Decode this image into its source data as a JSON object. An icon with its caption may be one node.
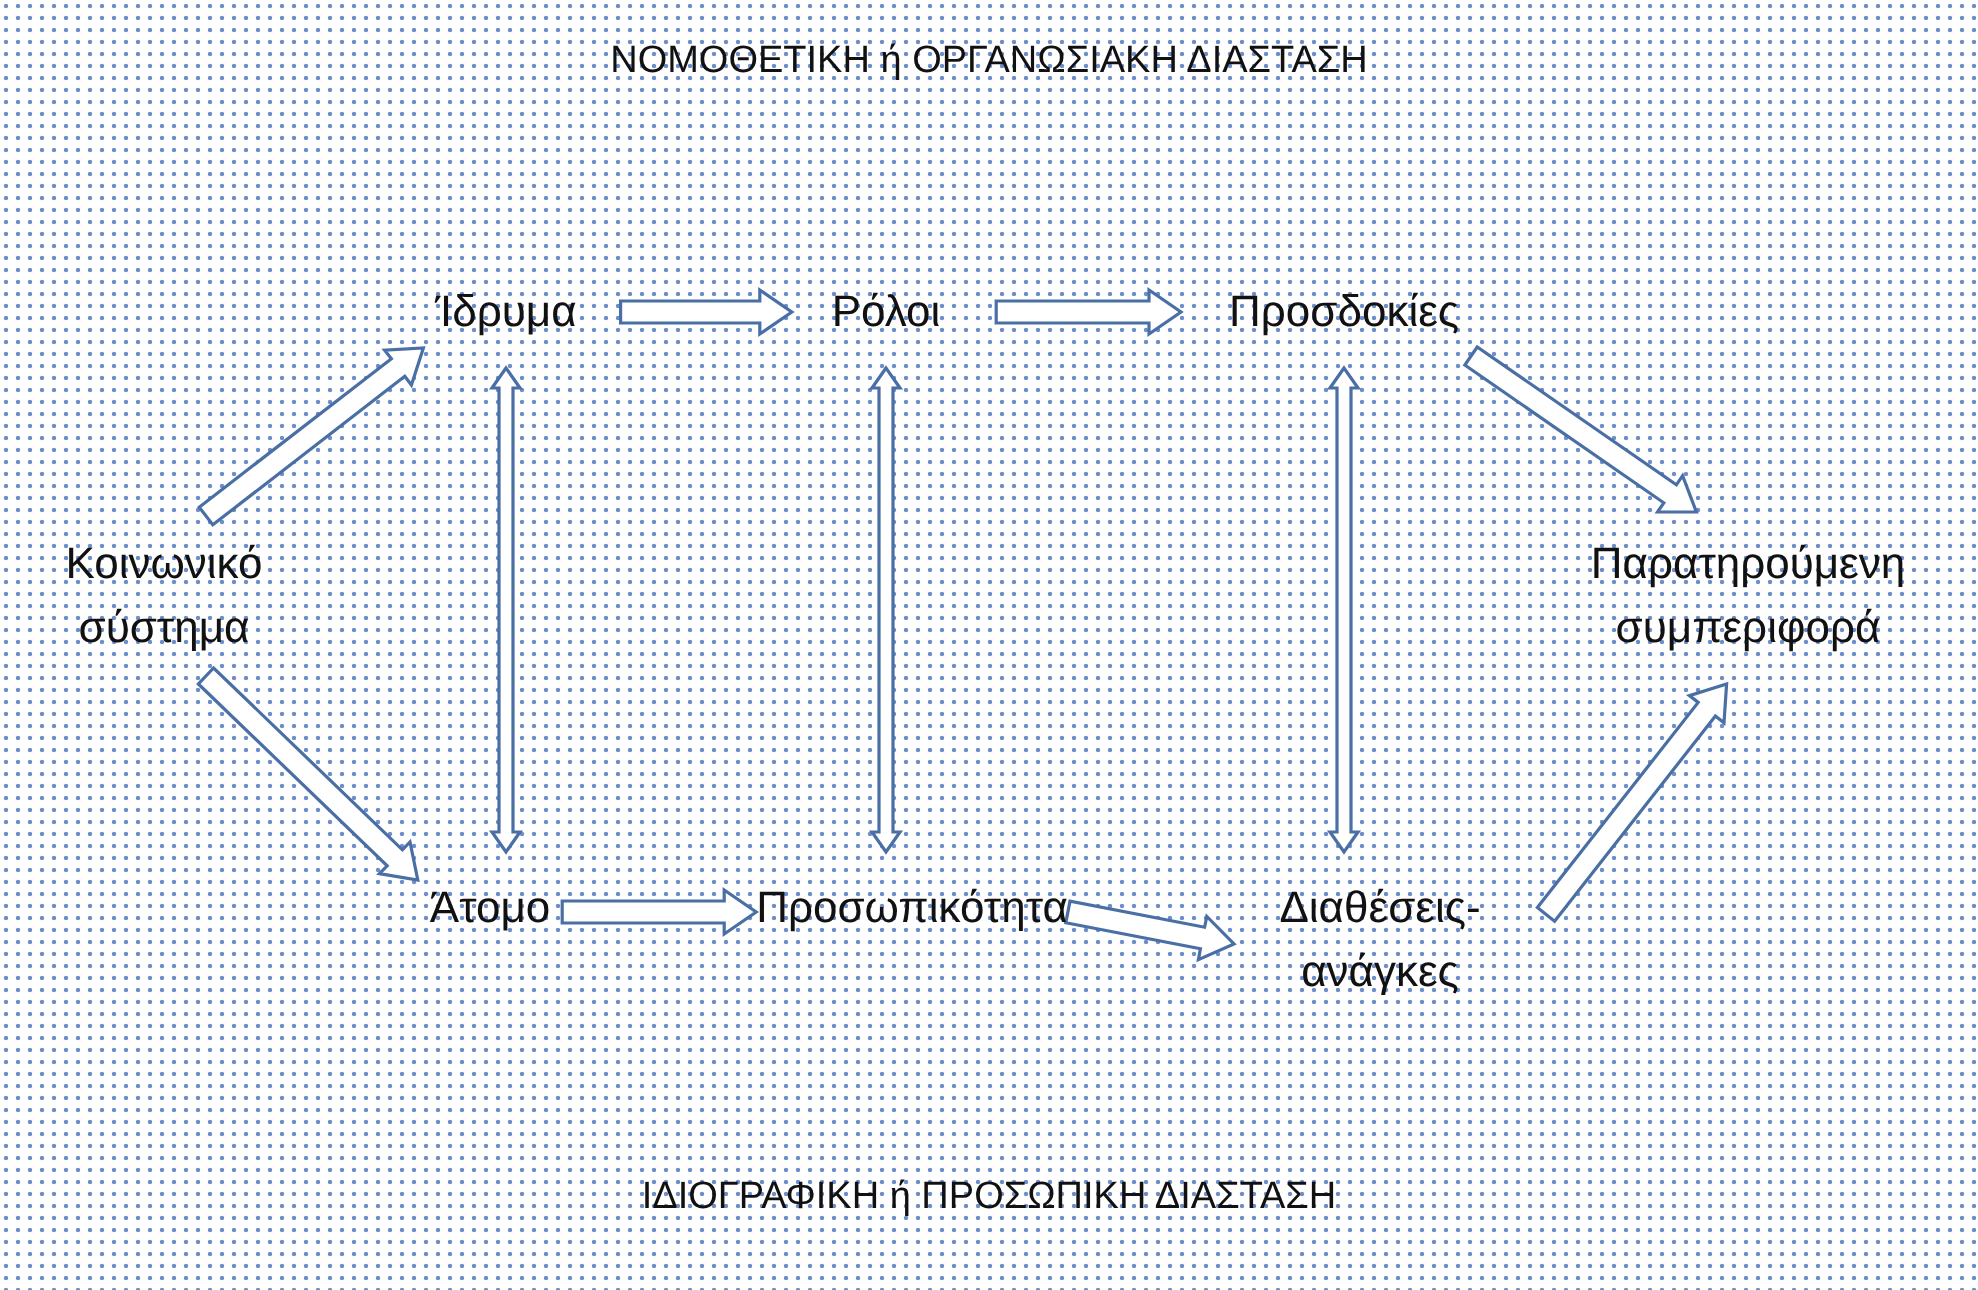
{
  "diagram": {
    "nodes": [
      {
        "text": [
          "Ίδρυμα"
        ]
      },
      {
        "text": [
          "Ρόλοι"
        ]
      },
      {
        "text": [
          "Προσδοκίες"
        ]
      },
      {
        "text": [
          "Κοινωνικό σύστημα"
        ]
      },
      {
        "text": [
          "Παρατηρούμενη συμπεριφορά"
        ]
      },
      {
        "text": [
          "Άτομο"
        ]
      },
      {
        "text": [
          "Προσωπικότητα"
        ]
      },
      {
        "text": [
          "Διαθέσεις- ανάγκες"
        ]
      }
    ],
    "edges": [
      {
        "from": 3,
        "to": 0,
        "arrow": "to"
      },
      {
        "from": 3,
        "to": 5,
        "arrow": "to"
      },
      {
        "from": 0,
        "to": 1,
        "arrow": "to"
      },
      {
        "from": 1,
        "to": 2,
        "arrow": "to"
      },
      {
        "from": 0,
        "to": 5,
        "arrow": "both"
      },
      {
        "from": 1,
        "to": 6,
        "arrow": "both"
      },
      {
        "from": 2,
        "to": 7,
        "arrow": "both"
      },
      {
        "from": 2,
        "to": 4,
        "arrow": "to"
      },
      {
        "from": 5,
        "to": 6,
        "arrow": "to"
      },
      {
        "from": 6,
        "to": 7,
        "arrow": "to"
      },
      {
        "from": 7,
        "to": 4,
        "arrow": "to"
      }
    ],
    "labels": [
      "ΝΟΜΟΘΕΤΙΚΗ ή ΟΡΓΑΝΩΣΙΑΚΗ ΔΙΑΣΤΑΣΗ",
      "ΙΔΙΟΓΡΑΦΙΚΗ ή ΠΡΟΣΩΠΙΚΗ ΔΙΑΣΤΑΣΗ"
    ]
  }
}
